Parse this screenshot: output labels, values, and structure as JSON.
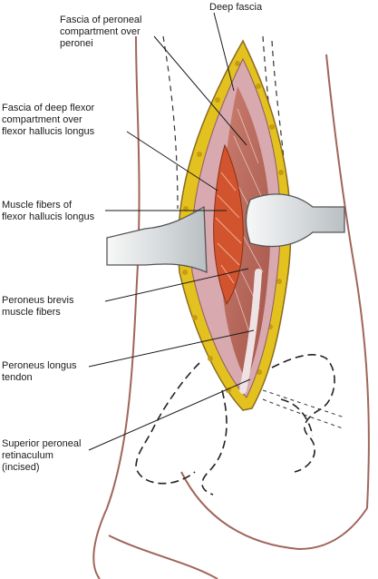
{
  "labels": {
    "deep_fascia": "Deep fascia",
    "fascia_peroneal": "Fascia of peroneal\ncompartment over\nperonei",
    "fascia_deep_flexor": "Fascia of deep flexor\ncompartment over\nflexor hallucis longus",
    "muscle_fibers_fhl": "Muscle fibers of\nflexor hallucis longus",
    "peroneus_brevis": "Peroneus brevis\nmuscle fibers",
    "peroneus_longus": "Peroneus longus\ntendon",
    "superior_retinaculum": "Superior peroneal\nretinaculum\n(incised)"
  },
  "colors": {
    "skin_outline": "#a0655a",
    "fat": "#e3c21f",
    "fat_edge": "#8a6a1e",
    "fascia": "#d9a9b0",
    "muscle": "#b8664f",
    "fhl": "#d2542e",
    "retractor": "#e8ebec",
    "bone_dash": "#222222"
  },
  "icons": [
    "retractor-left",
    "retractor-right"
  ]
}
